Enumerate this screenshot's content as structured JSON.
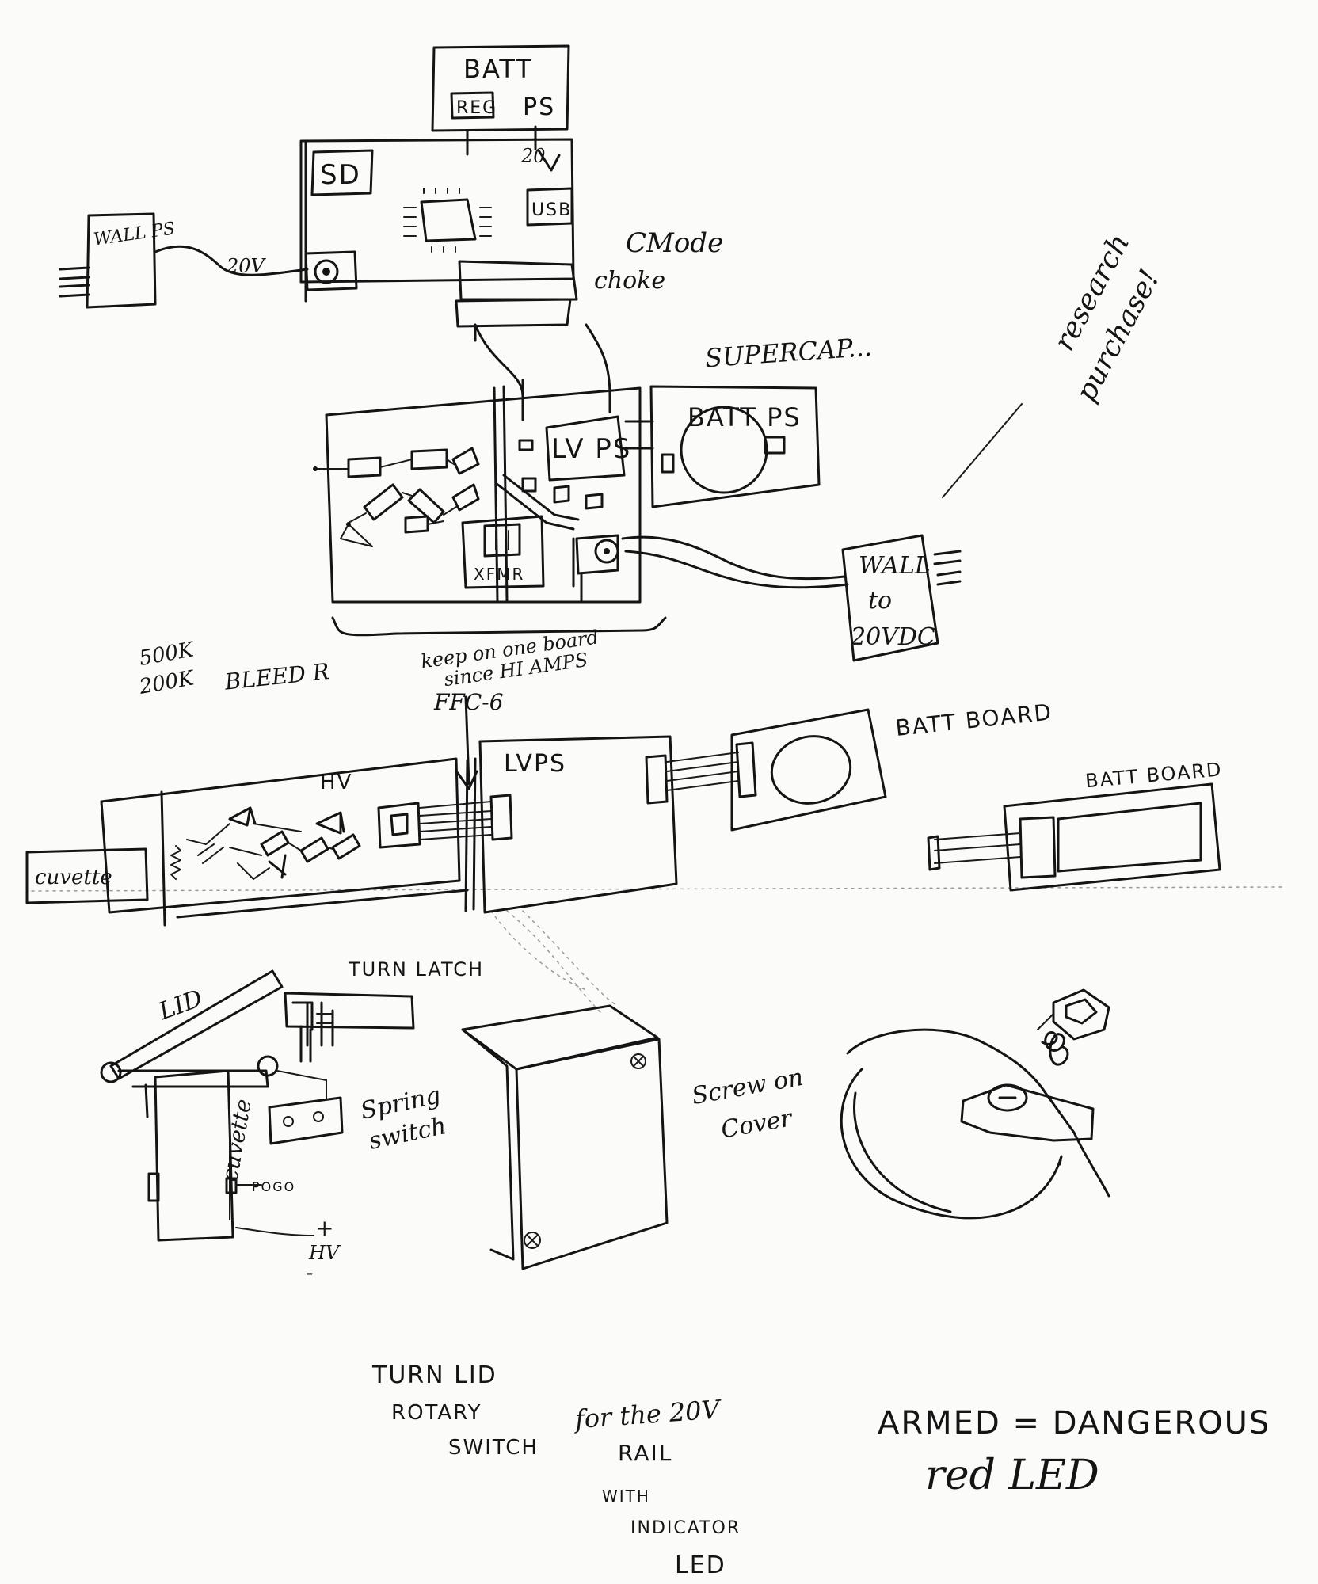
{
  "labels": {
    "batt": "BATT",
    "reg": "REG",
    "ps_top": "PS",
    "twenty_v_small": "20",
    "sd": "SD",
    "usb": "USB",
    "wall_ps": "WALL PS",
    "twenty_v": "20V",
    "cmode": "CMode",
    "choke": "choke",
    "supercap": "SUPERCAP...",
    "research": "research",
    "purchase": "purchase!",
    "batt_ps": "BATT PS",
    "lv_ps": "LV PS",
    "xfmr": "XFMR",
    "wall_to": "WALL",
    "to": "to",
    "twenty_vdc": "20VDC",
    "keep_one_board": "keep on one board",
    "since_hi_amps": "since HI AMPS",
    "r500k": "500K",
    "r200k": "200K",
    "bleed_r": "BLEED R",
    "ffc6": "FFC-6",
    "hv": "HV",
    "lvps": "LVPS",
    "batt_board_1": "BATT BOARD",
    "batt_board_2": "BATT BOARD",
    "cuvette_1": "cuvette",
    "turn_latch": "TURN LATCH",
    "lid": "LID",
    "spring": "Spring",
    "switch": "switch",
    "cuvette_2": "cuvette",
    "pogo": "POGO",
    "plus": "+",
    "hv_small": "HV",
    "minus": "-",
    "screw_on": "Screw on",
    "cover": "Cover",
    "turn_lid": "TURN LID",
    "rotary": "ROTARY",
    "switch_caps": "SWITCH",
    "for_the_20v": "for the 20V",
    "rail": "RAIL",
    "with": "WITH",
    "indicator": "INDICATOR",
    "led": "LED",
    "armed_dangerous": "ARMED = DANGEROUS",
    "red_led": "red LED"
  },
  "colors": {
    "ink": "#141414",
    "paper": "#fbfbfa"
  }
}
